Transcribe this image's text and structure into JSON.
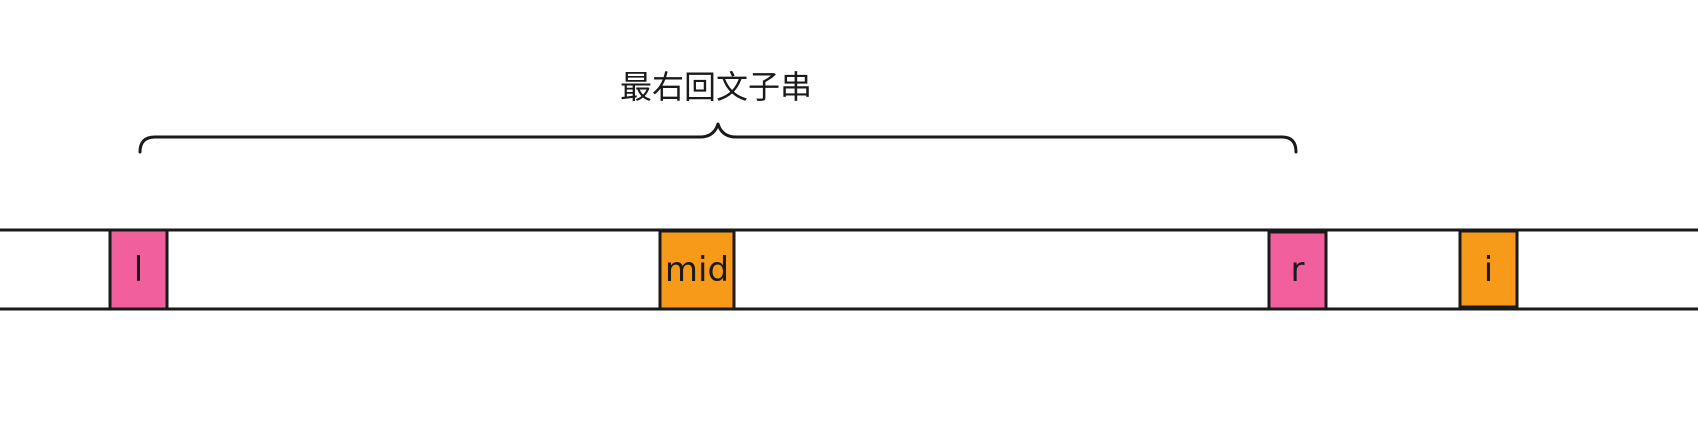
{
  "brace_label": "最右回文子串",
  "markers": [
    {
      "id": "l",
      "label": "l",
      "color": "#f25f9d"
    },
    {
      "id": "mid",
      "label": "mid",
      "color": "#f79a1a"
    },
    {
      "id": "r",
      "label": "r",
      "color": "#f25f9d"
    },
    {
      "id": "i",
      "label": "i",
      "color": "#f79a1a"
    }
  ],
  "colors": {
    "stroke": "#1a1a1a",
    "background": "#ffffff"
  }
}
